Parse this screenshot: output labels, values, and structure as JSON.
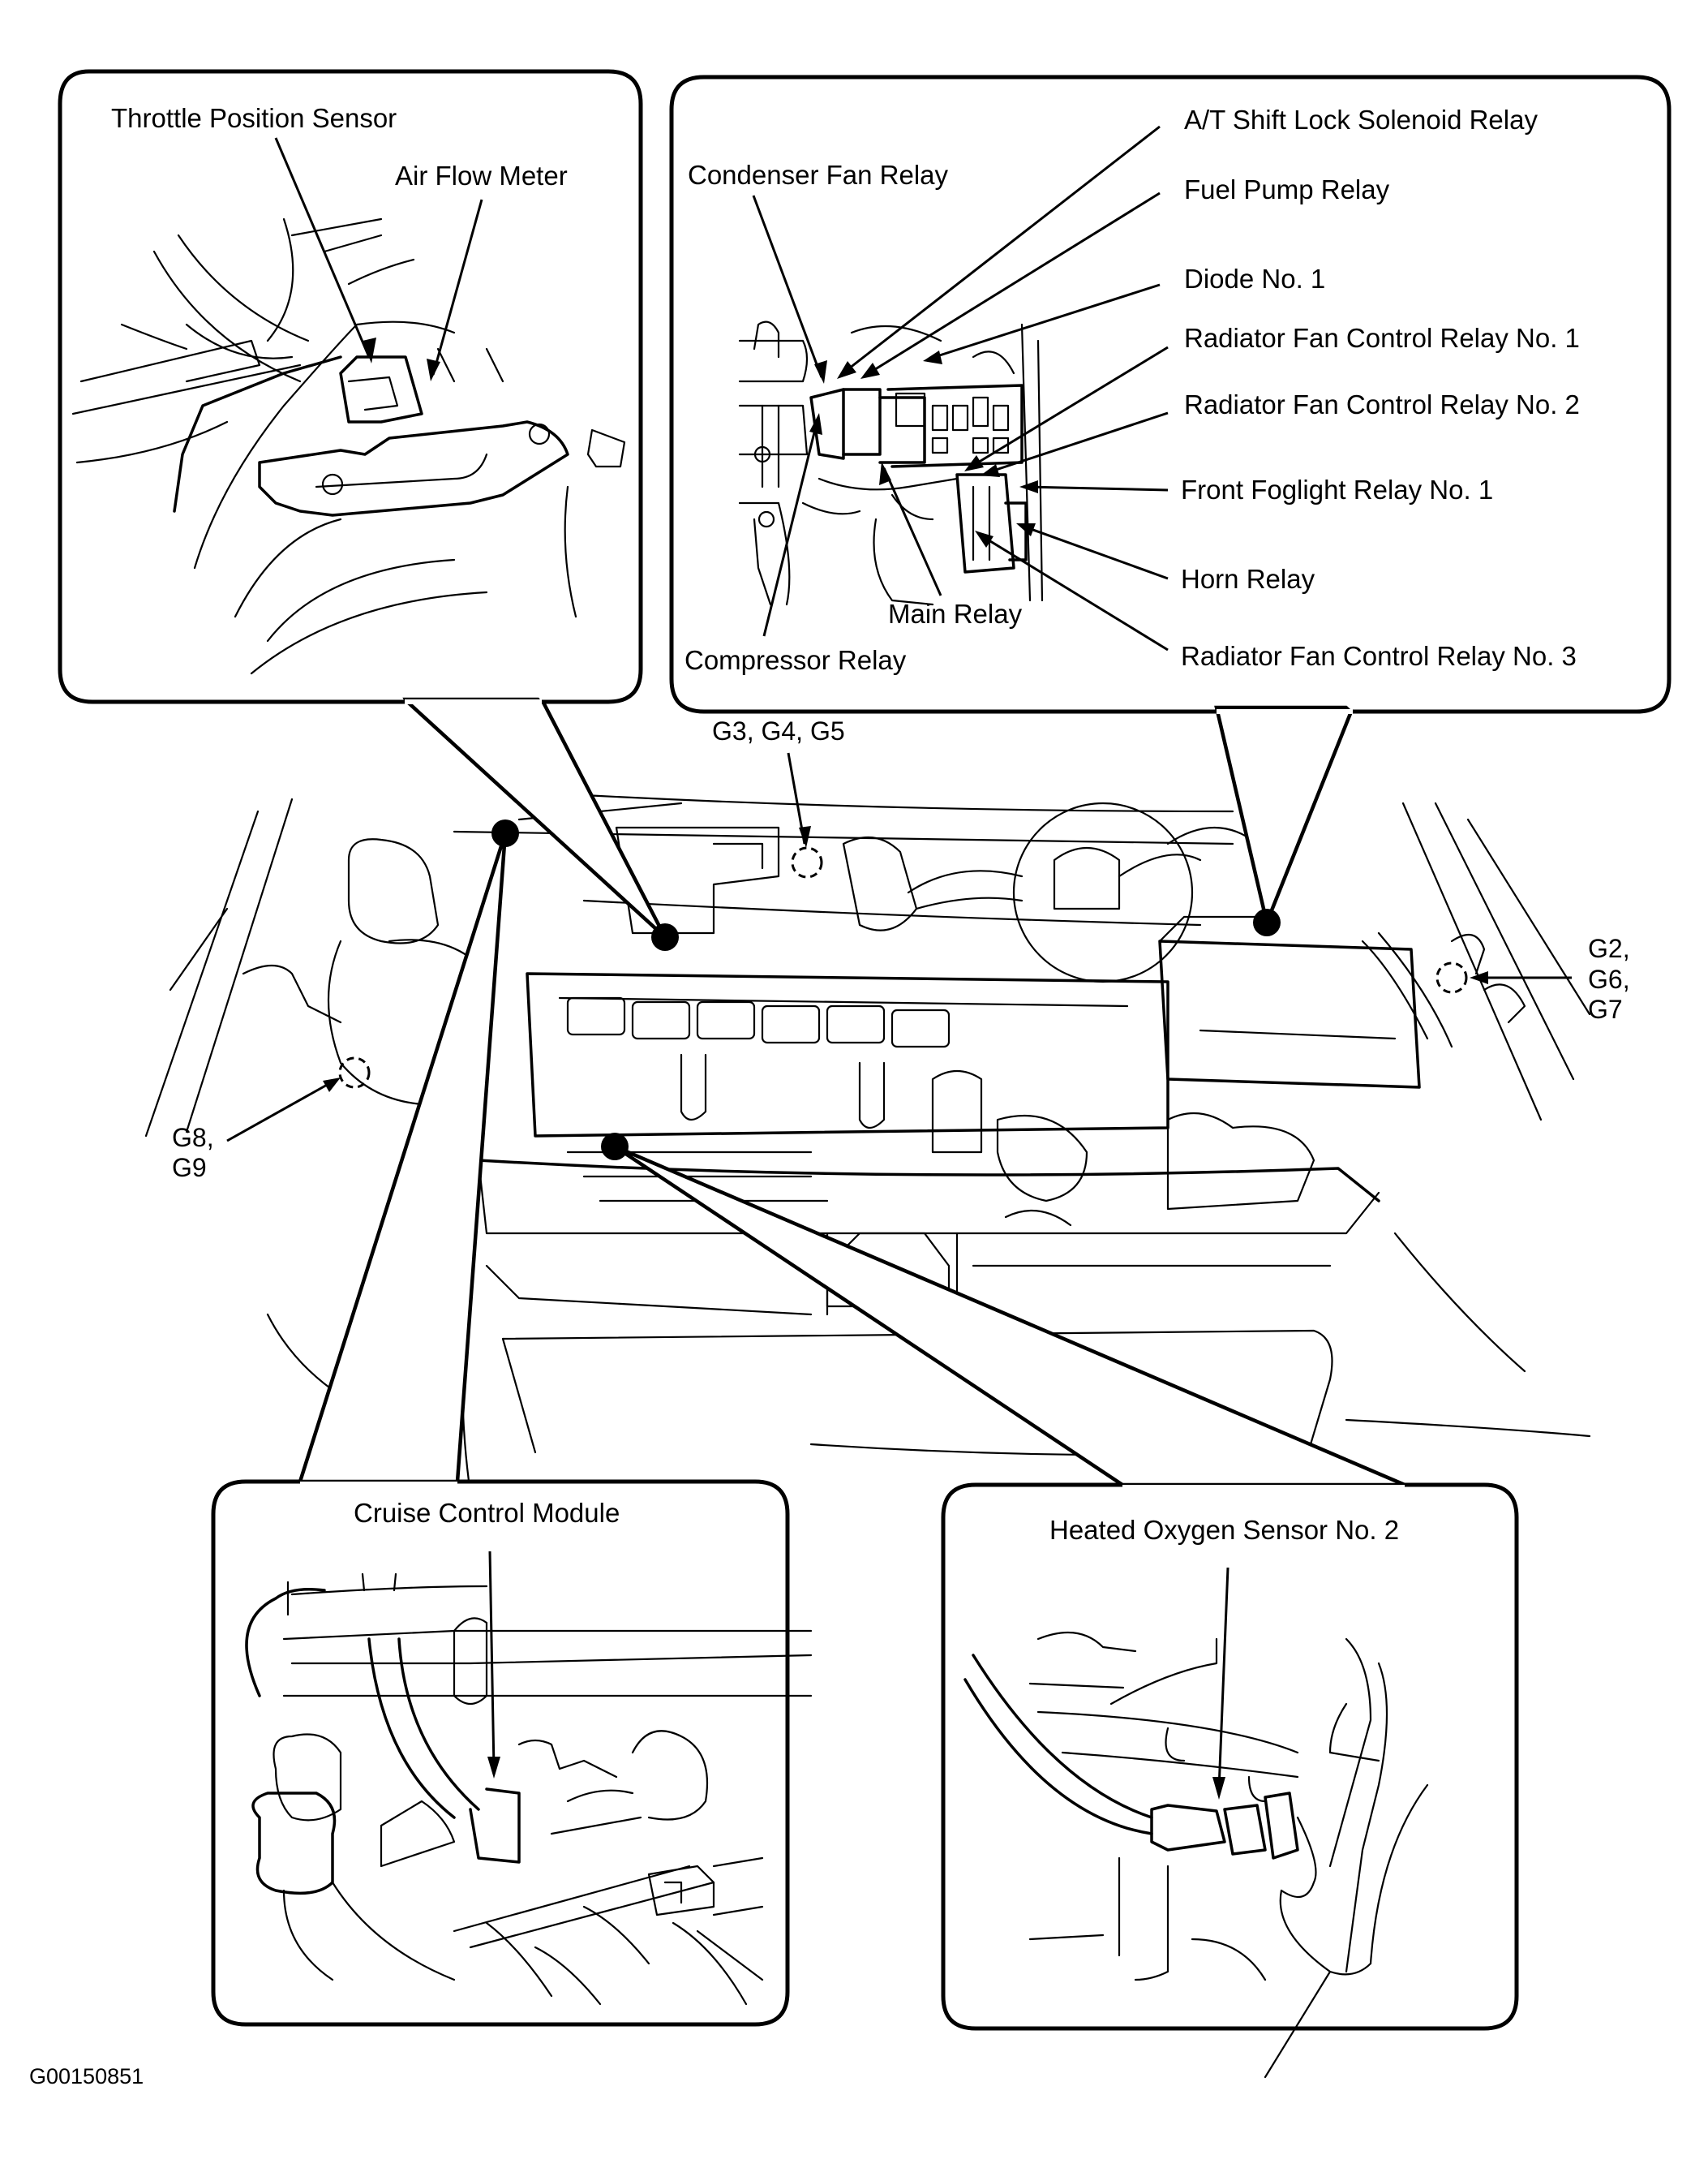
{
  "figure_id": "G00150851",
  "panels": {
    "throttle": {
      "labels": [
        "Throttle Position Sensor",
        "Air Flow Meter"
      ]
    },
    "relay_block": {
      "left_labels": [
        "Condenser Fan Relay",
        "Main Relay",
        "Compressor Relay"
      ],
      "right_labels": [
        "A/T Shift Lock Solenoid Relay",
        "Fuel Pump Relay",
        "Diode No. 1",
        "Radiator Fan Control Relay No. 1",
        "Radiator Fan Control Relay No. 2",
        "Front Foglight Relay No. 1",
        "Horn Relay",
        "Radiator Fan Control Relay No. 3"
      ]
    },
    "cruise": {
      "label": "Cruise Control Module"
    },
    "oxygen": {
      "label": "Heated Oxygen Sensor No. 2"
    }
  },
  "ground_points": {
    "g345": "G3, G4, G5",
    "g267": [
      "G2,",
      "G6,",
      "G7"
    ],
    "g89": [
      "G8,",
      "G9"
    ]
  }
}
